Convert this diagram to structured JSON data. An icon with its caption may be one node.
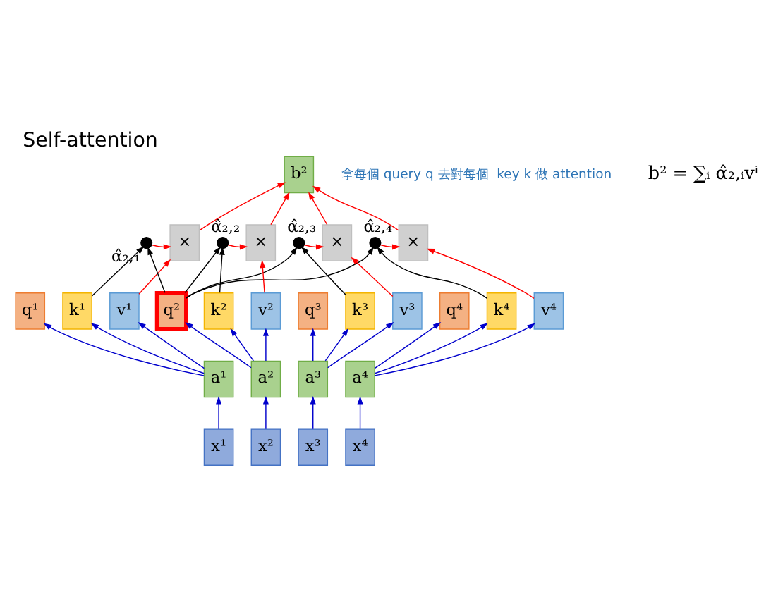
{
  "diagram": {
    "title": "Self-attention",
    "nodes": [
      {
        "text": [
          "b²"
        ]
      },
      {
        "text": [],
        "shape": "circle",
        "beside": [
          "α̂₂,₁"
        ]
      },
      {
        "text": [],
        "shape": "circle",
        "beside": [
          "α̂₂,₂"
        ]
      },
      {
        "text": [],
        "shape": "circle",
        "beside": [
          "α̂₂,₃"
        ]
      },
      {
        "text": [],
        "shape": "circle",
        "beside": [
          "α̂₂,₄"
        ]
      },
      {
        "text": [
          "×"
        ]
      },
      {
        "text": [
          "×"
        ]
      },
      {
        "text": [
          "×"
        ]
      },
      {
        "text": [
          "×"
        ]
      },
      {
        "text": [
          "q¹"
        ]
      },
      {
        "text": [
          "k¹"
        ]
      },
      {
        "text": [
          "v¹"
        ]
      },
      {
        "text": [
          "q²"
        ]
      },
      {
        "text": [
          "k²"
        ]
      },
      {
        "text": [
          "v²"
        ]
      },
      {
        "text": [
          "q³"
        ]
      },
      {
        "text": [
          "k³"
        ]
      },
      {
        "text": [
          "v³"
        ]
      },
      {
        "text": [
          "q⁴"
        ]
      },
      {
        "text": [
          "k⁴"
        ]
      },
      {
        "text": [
          "v⁴"
        ]
      },
      {
        "text": [
          "a¹"
        ]
      },
      {
        "text": [
          "a²"
        ]
      },
      {
        "text": [
          "a³"
        ]
      },
      {
        "text": [
          "a⁴"
        ]
      },
      {
        "text": [
          "x¹"
        ]
      },
      {
        "text": [
          "x²"
        ]
      },
      {
        "text": [
          "x³"
        ]
      },
      {
        "text": [
          "x⁴"
        ]
      }
    ],
    "edges": [
      {
        "from": 25,
        "to": 21,
        "arrow": "to"
      },
      {
        "from": 26,
        "to": 22,
        "arrow": "to"
      },
      {
        "from": 27,
        "to": 23,
        "arrow": "to"
      },
      {
        "from": 28,
        "to": 24,
        "arrow": "to"
      },
      {
        "from": 21,
        "to": 9,
        "arrow": "to"
      },
      {
        "from": 21,
        "to": 10,
        "arrow": "to"
      },
      {
        "from": 21,
        "to": 11,
        "arrow": "to"
      },
      {
        "from": 22,
        "to": 12,
        "arrow": "to"
      },
      {
        "from": 22,
        "to": 13,
        "arrow": "to"
      },
      {
        "from": 22,
        "to": 14,
        "arrow": "to"
      },
      {
        "from": 23,
        "to": 15,
        "arrow": "to"
      },
      {
        "from": 23,
        "to": 16,
        "arrow": "to"
      },
      {
        "from": 23,
        "to": 17,
        "arrow": "to"
      },
      {
        "from": 24,
        "to": 18,
        "arrow": "to"
      },
      {
        "from": 24,
        "to": 19,
        "arrow": "to"
      },
      {
        "from": 24,
        "to": 20,
        "arrow": "to"
      },
      {
        "from": 10,
        "to": 1,
        "arrow": "to",
        "color": "#000000"
      },
      {
        "from": 12,
        "to": 1,
        "arrow": "to",
        "color": "#000000"
      },
      {
        "from": 12,
        "to": 2,
        "arrow": "to",
        "color": "#000000"
      },
      {
        "from": 13,
        "to": 2,
        "arrow": "to",
        "color": "#000000"
      },
      {
        "from": 12,
        "to": 3,
        "arrow": "to",
        "color": "#000000"
      },
      {
        "from": 16,
        "to": 3,
        "arrow": "to",
        "color": "#000000"
      },
      {
        "from": 12,
        "to": 4,
        "arrow": "to",
        "color": "#000000"
      },
      {
        "from": 19,
        "to": 4,
        "arrow": "to",
        "color": "#000000"
      },
      {
        "from": 1,
        "to": 5,
        "arrow": "to",
        "color": "#ff0000"
      },
      {
        "from": 11,
        "to": 5,
        "arrow": "to",
        "color": "#ff0000"
      },
      {
        "from": 2,
        "to": 6,
        "arrow": "to",
        "color": "#ff0000"
      },
      {
        "from": 14,
        "to": 6,
        "arrow": "to",
        "color": "#ff0000"
      },
      {
        "from": 3,
        "to": 7,
        "arrow": "to",
        "color": "#ff0000"
      },
      {
        "from": 17,
        "to": 7,
        "arrow": "to",
        "color": "#ff0000"
      },
      {
        "from": 4,
        "to": 8,
        "arrow": "to",
        "color": "#ff0000"
      },
      {
        "from": 20,
        "to": 8,
        "arrow": "to",
        "color": "#ff0000"
      },
      {
        "from": 5,
        "to": 0,
        "arrow": "to",
        "color": "#ff0000"
      },
      {
        "from": 6,
        "to": 0,
        "arrow": "to",
        "color": "#ff0000"
      },
      {
        "from": 7,
        "to": 0,
        "arrow": "to",
        "color": "#ff0000"
      },
      {
        "from": 8,
        "to": 0,
        "arrow": "to",
        "color": "#ff0000"
      }
    ],
    "labels": [
      "拿每個 query q 去對每個  key k 做 attention",
      "b² = ∑ᵢ α̂₂,ᵢvⁱ"
    ]
  }
}
